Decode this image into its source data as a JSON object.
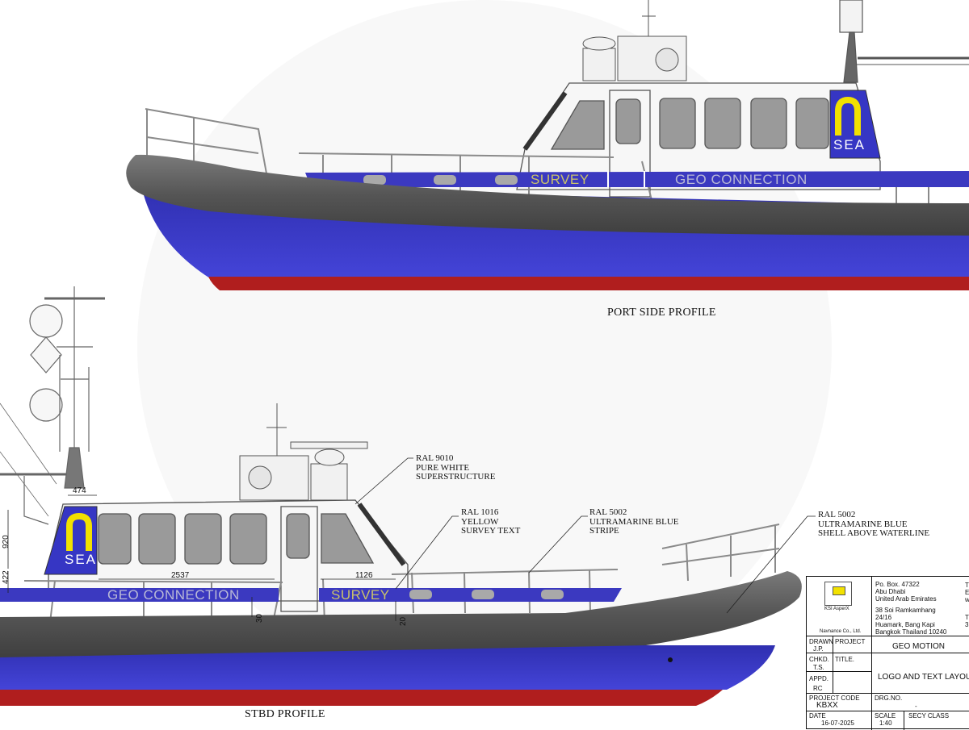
{
  "profiles": {
    "port_label": "PORT SIDE PROFILE",
    "stbd_label": "STBD PROFILE"
  },
  "hull_text": {
    "survey": "SURVEY",
    "geo_connection": "GEO CONNECTION",
    "logo_text": "SEA"
  },
  "callouts": [
    {
      "lines": [
        "RAL 9010",
        "PURE WHITE",
        "SUPERSTRUCTURE"
      ]
    },
    {
      "lines": [
        "RAL 1016",
        "YELLOW",
        "SURVEY TEXT"
      ]
    },
    {
      "lines": [
        "RAL 5002",
        "ULTRAMARINE BLUE",
        "STRIPE"
      ]
    },
    {
      "lines": [
        "RAL 5002",
        "ULTRAMARINE BLUE",
        "SHELL ABOVE WATERLINE"
      ]
    }
  ],
  "dimensions": {
    "d474": "474",
    "d920": "920",
    "d422": "422",
    "d2537": "2537",
    "d1126": "1126",
    "d30": "30",
    "d20": "20"
  },
  "title_block": {
    "logo_caption": "KSI AsperX",
    "address1": [
      "Po. Box. 47322",
      "Abu Dhabi",
      "United Arab Emirates"
    ],
    "address2": [
      "38 Soi Ramkamhang",
      "24/16",
      "Huamark, Bang Kapi",
      "Bangkok Thailand 10240"
    ],
    "contact_partial": [
      "T",
      "E",
      "w"
    ],
    "contact_partial2": [
      "T",
      "3"
    ],
    "company": "Navnance Co., Ltd.",
    "drawn_label": "DRAWN",
    "drawn_value": "J.P.",
    "chkd_label": "CHKD.",
    "chkd_value": "T.S.",
    "appd_label": "APPD.",
    "appd_value": "RC",
    "project_label": "PROJECT",
    "project_value": "GEO MOTION",
    "title_label": "TITLE.",
    "title_value": "LOGO AND TEXT LAYOU",
    "project_code_label": "PROJECT CODE",
    "project_code_value": "KBXX",
    "drg_no_label": "DRG.NO.",
    "drg_no_value": "-",
    "date_label": "DATE",
    "date_value": "16-07-2025",
    "scale_label": "SCALE",
    "scale_value": "1:40",
    "secy_class_label": "SECY CLASS"
  },
  "colors": {
    "ultramarine": "#3535c8",
    "stripe_blue": "#3b39c0",
    "antifouling_red": "#b01e1e",
    "fender_grey": "#5b5b5b",
    "survey_yellow": "#d9d24a",
    "logo_yellow": "#f2e100",
    "geo_text": "#b9b9d6"
  }
}
